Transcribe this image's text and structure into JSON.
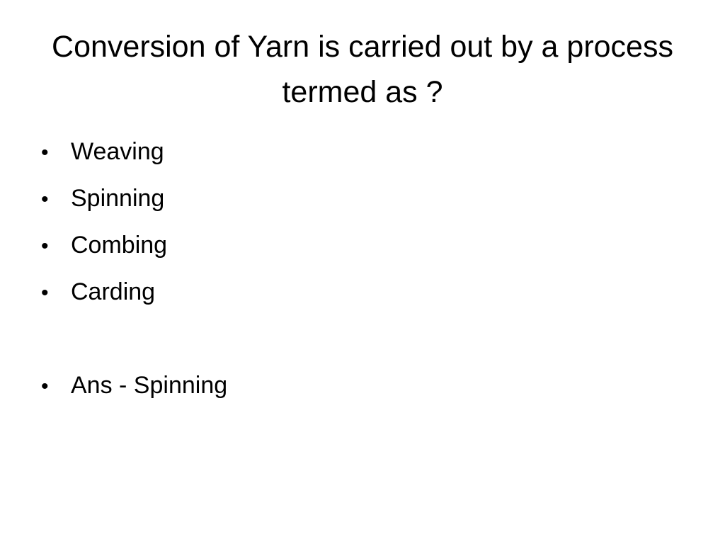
{
  "slide": {
    "title": "Conversion of Yarn is carried out by a process termed as ?",
    "bullet_glyph": "•",
    "options": [
      "Weaving",
      "Spinning",
      "Combing",
      "Carding"
    ],
    "answer": "Ans - Spinning"
  }
}
